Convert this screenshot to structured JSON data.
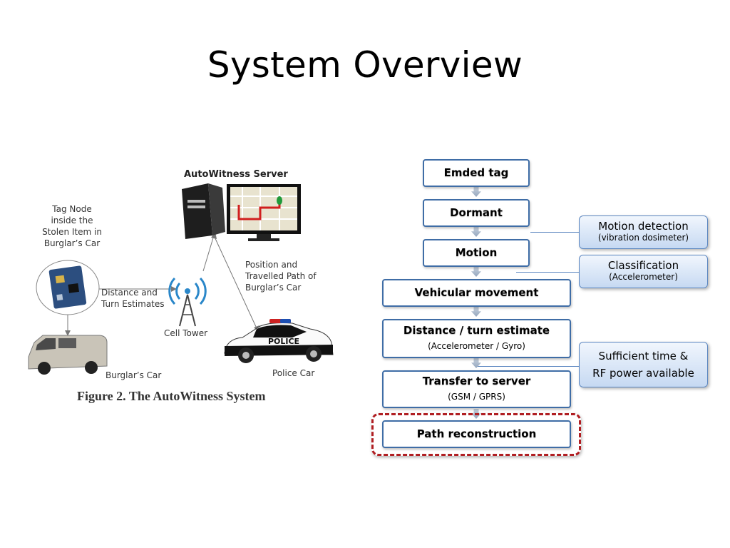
{
  "slide": {
    "title": "System Overview"
  },
  "figure": {
    "server_title": "AutoWitness Server",
    "tag_node_label": "Tag Node\ninside the\nStolen Item in\nBurglar’s Car",
    "distance_label": "Distance and\nTurn Estimates",
    "cell_tower_label": "Cell Tower",
    "position_label": "Position and\nTravelled Path of\nBurglar’s Car",
    "burglar_car_label": "Burglar’s Car",
    "police_car_label": "Police Car",
    "police_text": "POLICE",
    "caption": "Figure 2. The AutoWitness System"
  },
  "flow": {
    "steps": [
      {
        "label": "Emded tag"
      },
      {
        "label": "Dormant"
      },
      {
        "label": "Motion"
      },
      {
        "label": "Vehicular movement"
      },
      {
        "label": "Distance / turn estimate",
        "sub": "(Accelerometer / Gyro)"
      },
      {
        "label": "Transfer to server",
        "sub": "(GSM / GPRS)"
      },
      {
        "label": "Path reconstruction"
      }
    ],
    "side_notes": [
      {
        "label": "Motion detection",
        "sub": "(vibration dosimeter)"
      },
      {
        "label": "Classification",
        "sub": "(Accelerometer)"
      },
      {
        "label": "Sufficient time &",
        "label2": "RF power available"
      }
    ]
  },
  "colors": {
    "box_border": "#3f6da6",
    "highlight": "#b01e22",
    "side_fill": "#c6d9f2",
    "map_route": "#d11f1f"
  }
}
